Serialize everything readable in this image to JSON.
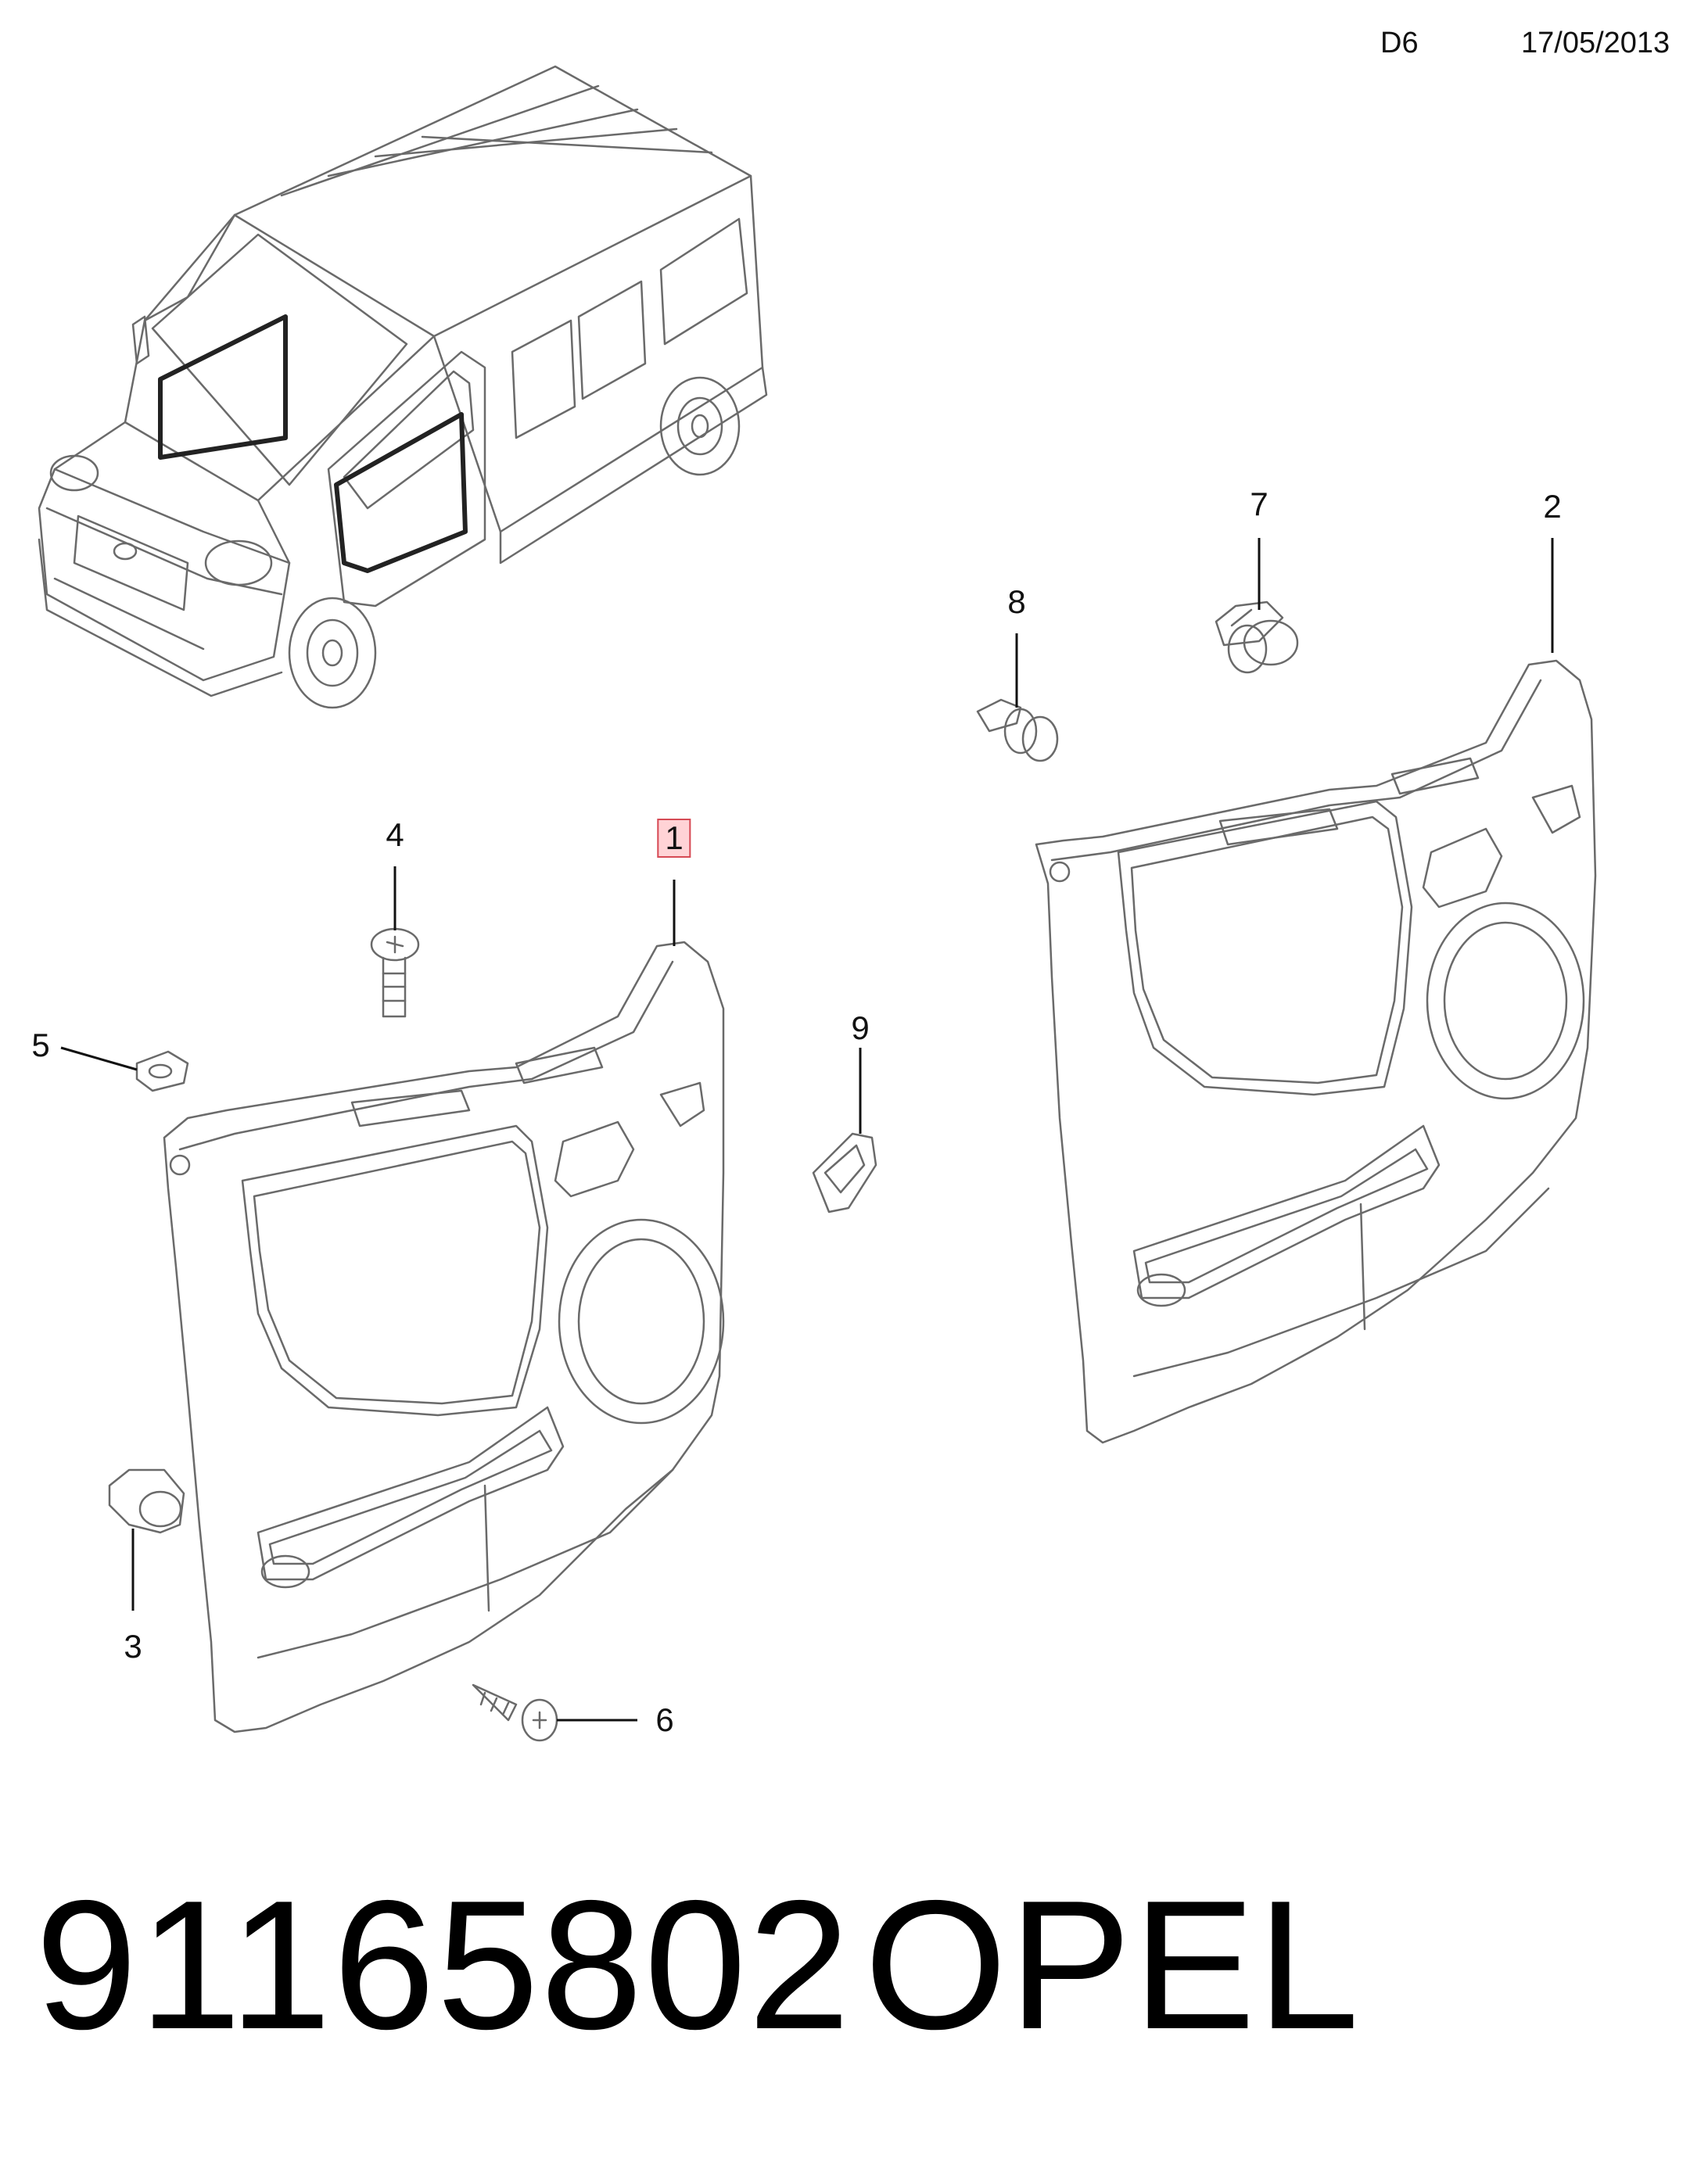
{
  "header": {
    "diagram_code": "D6",
    "date": "17/05/2013"
  },
  "callouts": [
    {
      "id": "1",
      "label": "1",
      "highlighted": true
    },
    {
      "id": "2",
      "label": "2",
      "highlighted": false
    },
    {
      "id": "3",
      "label": "3",
      "highlighted": false
    },
    {
      "id": "4",
      "label": "4",
      "highlighted": false
    },
    {
      "id": "5",
      "label": "5",
      "highlighted": false
    },
    {
      "id": "6",
      "label": "6",
      "highlighted": false
    },
    {
      "id": "7",
      "label": "7",
      "highlighted": false
    },
    {
      "id": "8",
      "label": "8",
      "highlighted": false
    },
    {
      "id": "9",
      "label": "9",
      "highlighted": false
    }
  ],
  "footer": {
    "part_number": "91165802",
    "brand": "OPEL"
  },
  "colors": {
    "highlight_fill": "#ffd3d6",
    "highlight_border": "#d64a55",
    "line": "#6a6a6a"
  }
}
